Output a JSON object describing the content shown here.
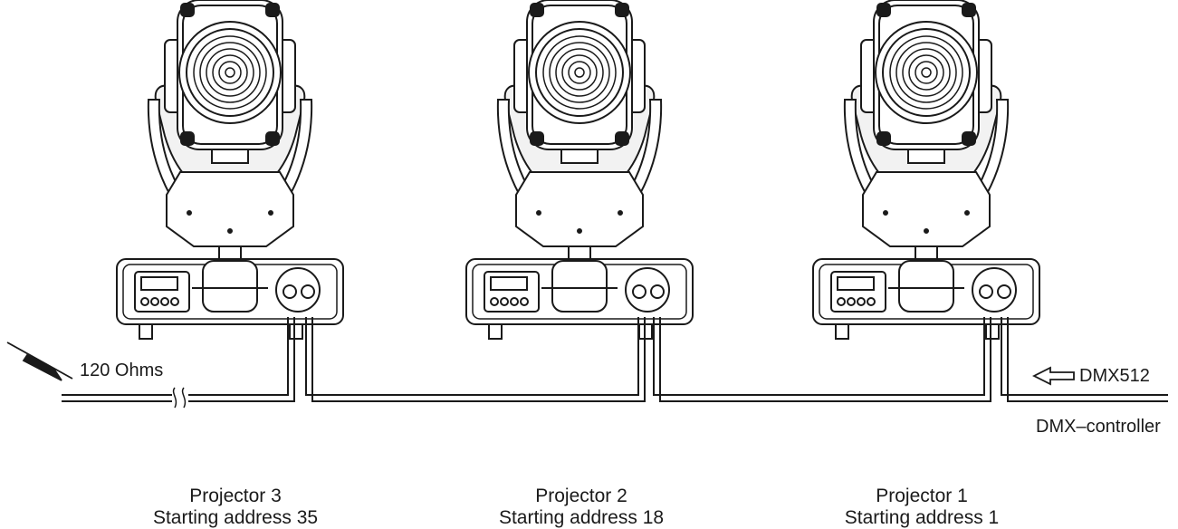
{
  "labels": {
    "terminator": "120 Ohms",
    "signal": "DMX512",
    "controller": "DMX–controller"
  },
  "projectors": [
    {
      "name": "Projector 3",
      "address": "Starting address 35"
    },
    {
      "name": "Projector 2",
      "address": "Starting address 18"
    },
    {
      "name": "Projector 1",
      "address": "Starting address 1"
    }
  ]
}
